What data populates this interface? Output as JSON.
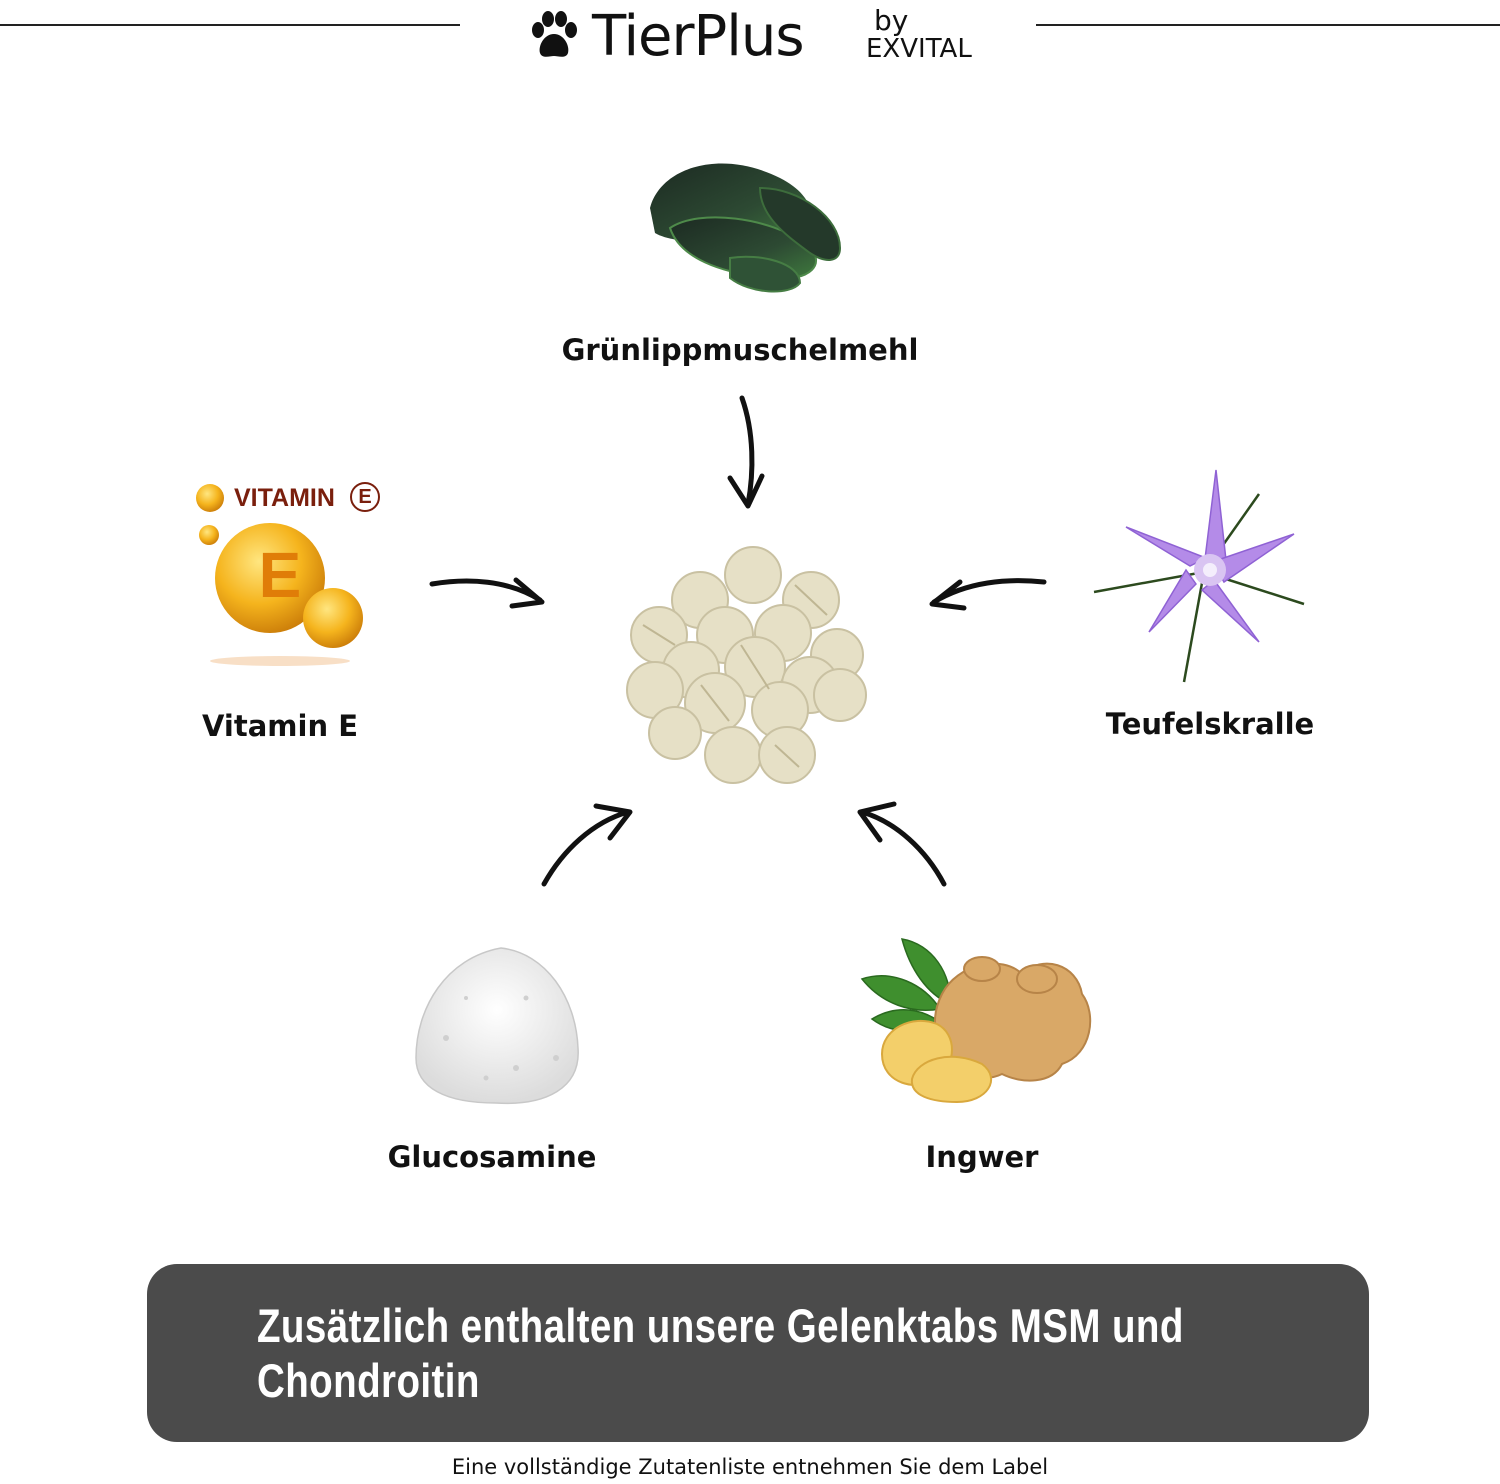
{
  "header": {
    "brand_name": "TierPlus",
    "brand_by": "by",
    "brand_company": "EXVITAL"
  },
  "ingredients": {
    "top": {
      "label": "Grünlippmuschelmehl",
      "icon": "green-lipped-mussel-icon"
    },
    "left": {
      "label": "Vitamin E",
      "icon": "vitamin-e-icon",
      "badge_text": "VITAMIN",
      "badge_letter": "E",
      "drop_letter": "E"
    },
    "right": {
      "label": "Teufelskralle",
      "icon": "devils-claw-flower-icon"
    },
    "bottom_left": {
      "label": "Glucosamine",
      "icon": "powder-pile-icon"
    },
    "bottom_right": {
      "label": "Ingwer",
      "icon": "ginger-root-icon"
    }
  },
  "center": {
    "icon": "tablets-pile-icon"
  },
  "colors": {
    "banner_bg": "#4b4b4b",
    "banner_text": "#ffffff",
    "vitamin_gold": "#f2b01e",
    "flower_purple": "#b48be8",
    "mussel_green": "#2e4a32",
    "tablet_beige": "#e6e0c6"
  },
  "banner": {
    "text": "Zusätzlich enthalten unsere Gelenktabs MSM und Chondroitin"
  },
  "footnote": "Eine vollständige Zutatenliste entnehmen Sie dem Label"
}
